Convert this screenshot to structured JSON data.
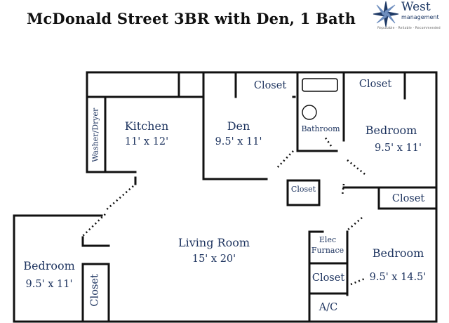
{
  "title": "McDonald Street 3BR with Den, 1 Bath",
  "logo": {
    "brand": "West",
    "sub": "management",
    "tagline": "Reputable · Reliable · Recommended",
    "accent": "#1f3a66"
  },
  "colors": {
    "wall": "#111111",
    "label": "#1f3560"
  },
  "rooms": {
    "kitchen": {
      "name": "Kitchen",
      "size": "11' x 12'"
    },
    "washer": {
      "name": "Washer/Dryer"
    },
    "den": {
      "name": "Den",
      "size": "9.5' x 11'"
    },
    "closet_den": {
      "name": "Closet"
    },
    "bathroom": {
      "name": "Bathroom"
    },
    "closet_bath": {
      "name": "Closet"
    },
    "bedroom_ne": {
      "name": "Bedroom",
      "size": "9.5' x 11'"
    },
    "closet_hall": {
      "name": "Closet"
    },
    "closet_bed_se": {
      "name": "Closet"
    },
    "living": {
      "name": "Living Room",
      "size": "15' x 20'"
    },
    "bedroom_w": {
      "name": "Bedroom",
      "size": "9.5' x 11'"
    },
    "closet_bed_w": {
      "name": "Closet"
    },
    "elec": {
      "name": "Elec",
      "name2": "Furnace"
    },
    "closet_small": {
      "name": "Closet"
    },
    "ac": {
      "name": "A/C"
    },
    "bedroom_se": {
      "name": "Bedroom",
      "size": "9.5' x 14.5'"
    }
  }
}
